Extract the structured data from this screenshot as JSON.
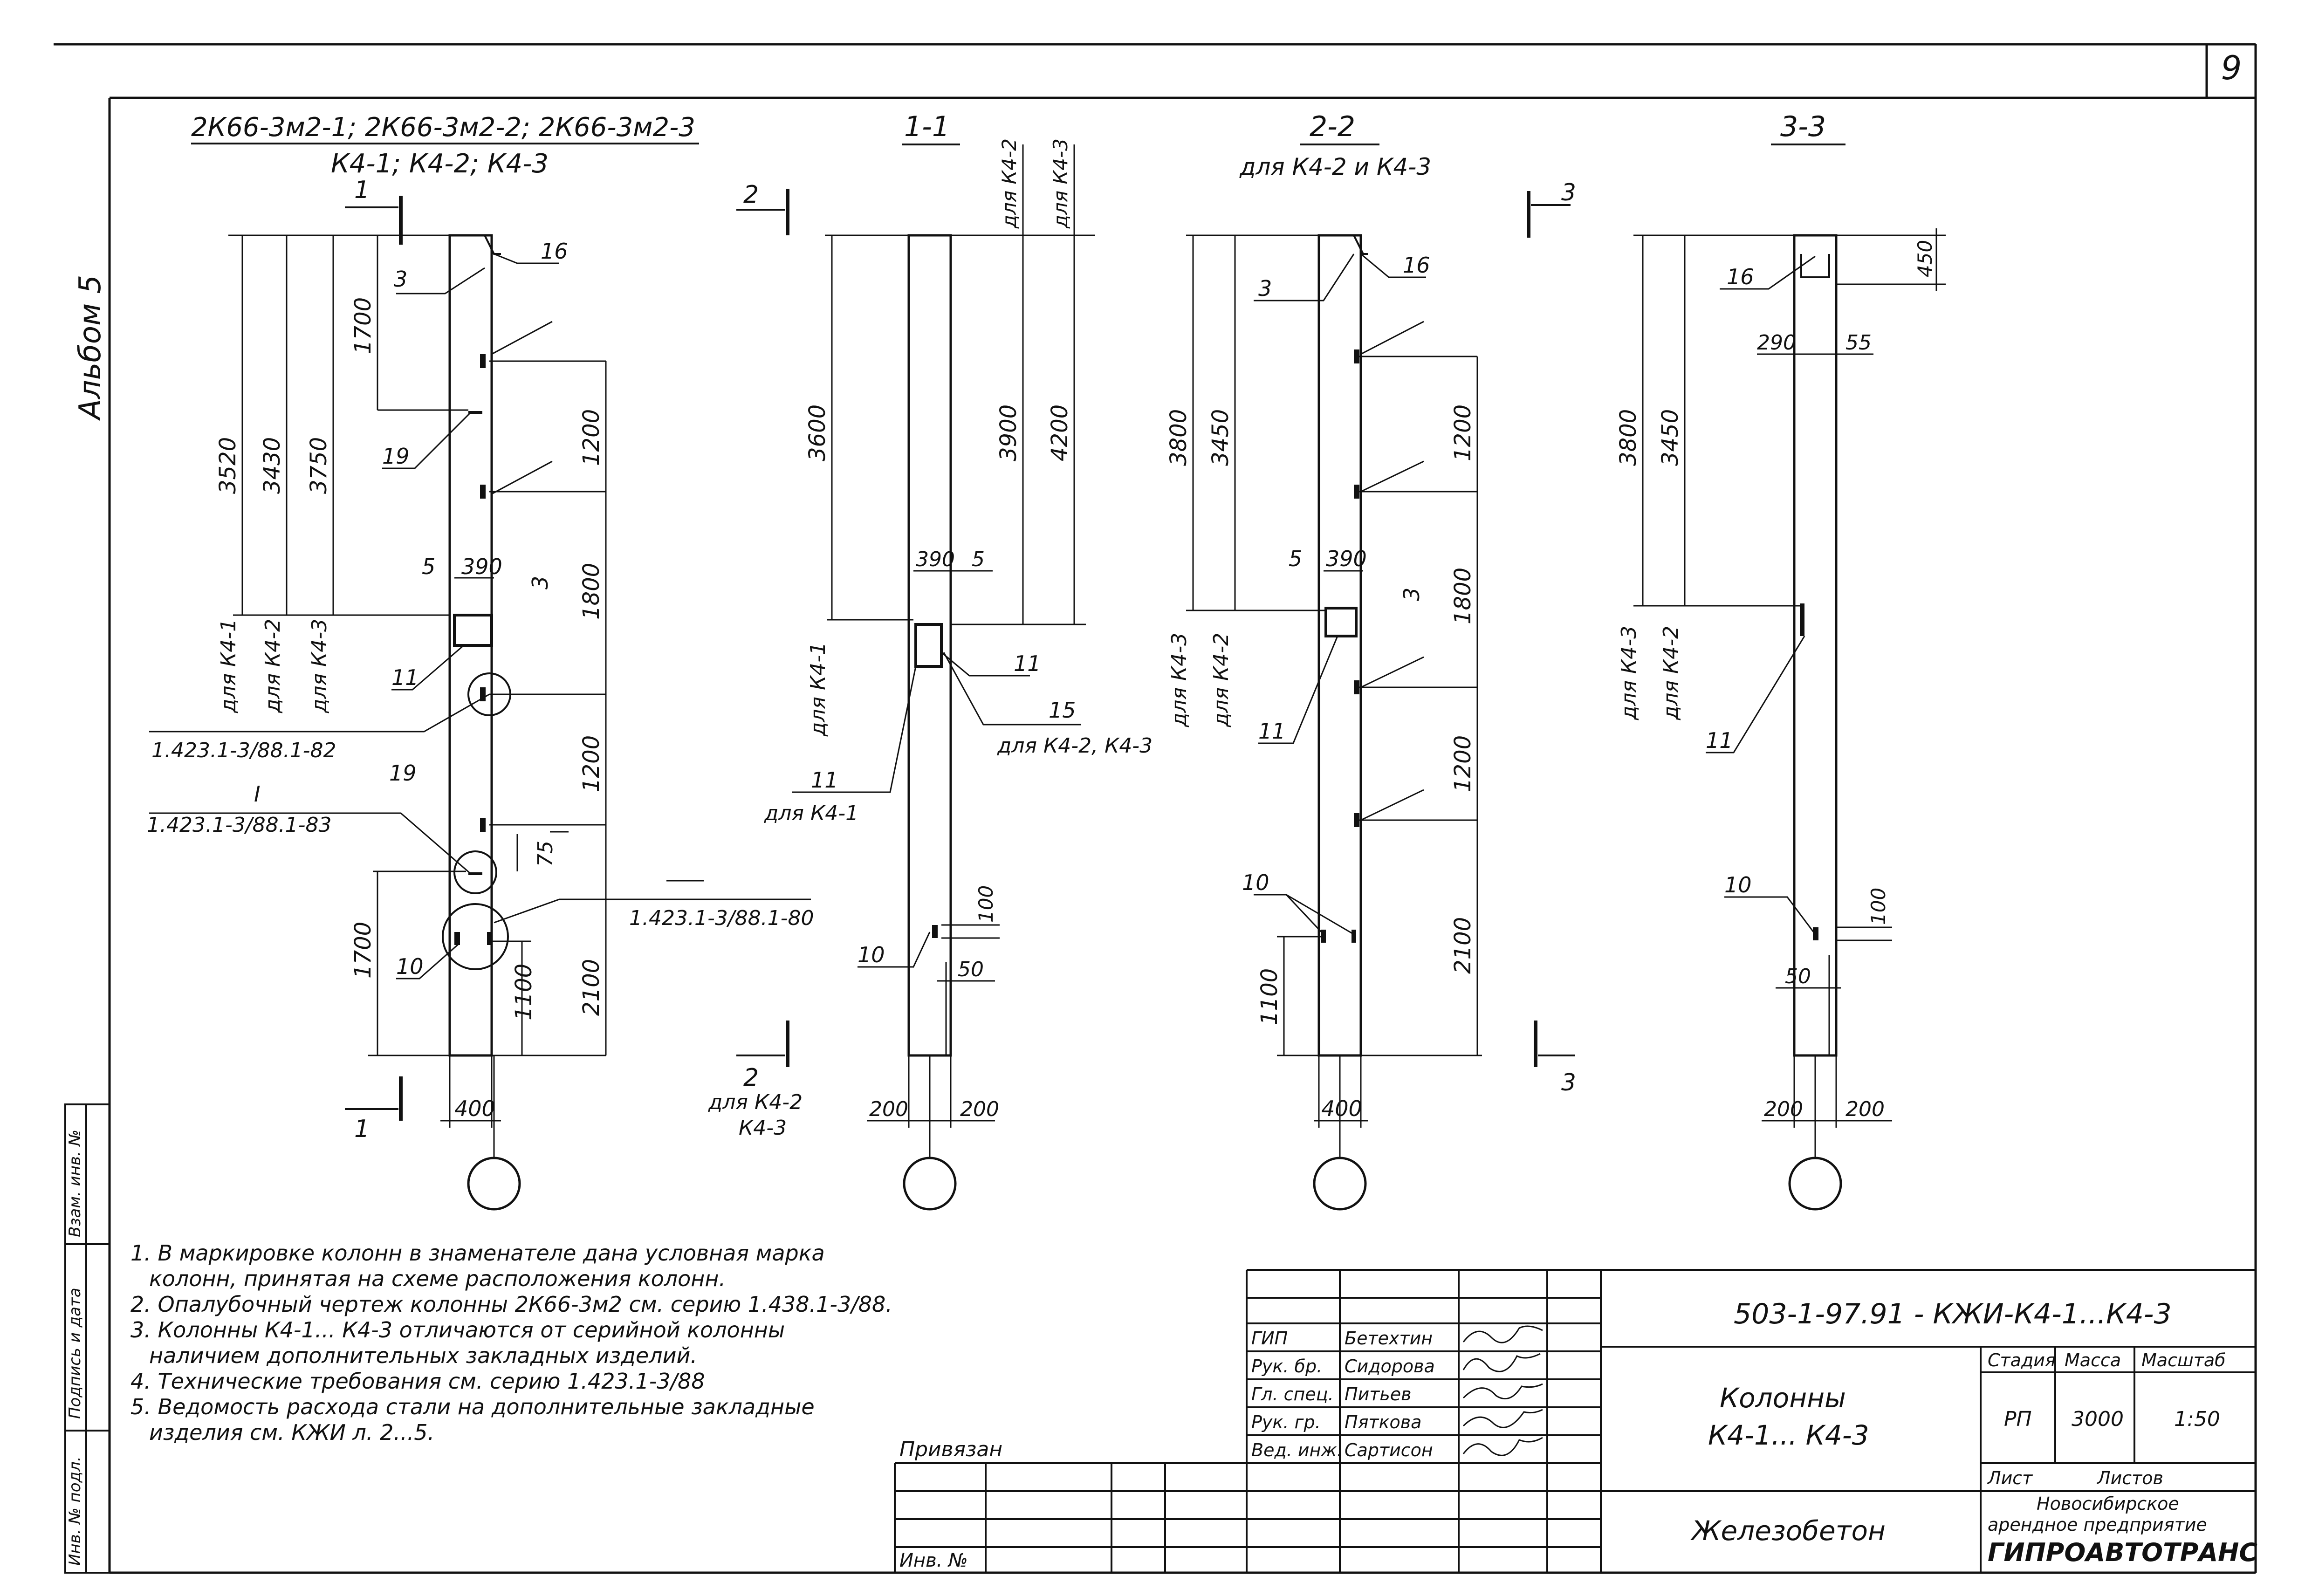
{
  "sheet": {
    "number": "9",
    "album_label": "Альбом 5"
  },
  "views": {
    "main": {
      "title_line1": "2К66-3м2-1; 2К66-3м2-2; 2К66-3м2-3",
      "title_line2": "К4-1; К4-2; К4-3",
      "cut_marks": [
        "1",
        "1"
      ],
      "dims_vertical": [
        "3520",
        "3430",
        "3750",
        "1700",
        "1200",
        "1800",
        "1200",
        "2100",
        "1700",
        "1100",
        "75"
      ],
      "for_labels": [
        "для К4-1",
        "для К4-2",
        "для К4-3"
      ],
      "dims_horizontal": [
        "390",
        "400"
      ],
      "callouts": [
        "16",
        "3",
        "19",
        "5",
        "3",
        "11",
        "19",
        "10"
      ],
      "refs": [
        "1.423.1-3/88.1-82",
        "1.423.1-3/88.1-83",
        "1.423.1-3/88.1-80"
      ],
      "node_label": "I"
    },
    "section_1_1": {
      "title": "1-1",
      "cut_marks": [
        "2",
        "2"
      ],
      "cut_note_line1": "для К4-2",
      "cut_note_line2": "К4-3",
      "dims_vertical": [
        "3600",
        "3900",
        "4200",
        "100"
      ],
      "top_labels": [
        "для К4-2",
        "для К4-3"
      ],
      "for_label": "для К4-1",
      "dims_horizontal": [
        "390",
        "5",
        "50",
        "200",
        "200"
      ],
      "callouts": [
        "11",
        "15",
        "11",
        "10"
      ],
      "callout_notes": [
        "для К4-2, К4-3",
        "для К4-1"
      ]
    },
    "section_2_2": {
      "title": "2-2",
      "subtitle": "для К4-2 и К4-3",
      "cut_marks": [
        "3",
        "3"
      ],
      "dims_vertical": [
        "3800",
        "3450",
        "1200",
        "1800",
        "1200",
        "2100",
        "1100"
      ],
      "for_labels": [
        "для К4-3",
        "для К4-2"
      ],
      "dims_horizontal": [
        "390",
        "400"
      ],
      "callouts": [
        "3",
        "16",
        "5",
        "3",
        "11",
        "10"
      ]
    },
    "section_3_3": {
      "title": "3-3",
      "dims_vertical": [
        "450",
        "3800",
        "3450",
        "100"
      ],
      "for_labels": [
        "для К4-3",
        "для К4-2"
      ],
      "dims_horizontal": [
        "290",
        "55",
        "50",
        "200",
        "200"
      ],
      "callouts": [
        "16",
        "11",
        "10"
      ]
    }
  },
  "notes": [
    "1. В маркировке колонн в знаменателе дана условная марка",
    "колонн, принятая на схеме расположения колонн.",
    "2. Опалубочный чертеж колонны 2К66-3м2 см. серию 1.438.1-3/88.",
    "3. Колонны К4-1... К4-3 отличаются от серийной колонны",
    "наличием дополнительных закладных изделий.",
    "4. Технические требования см. серию 1.423.1-3/88",
    "5. Ведомость расхода стали на дополнительные закладные",
    "изделия см. КЖИ л. 2...5."
  ],
  "side_stamp": [
    "Инв. № подл.",
    "Подпись и дата",
    "Взам. инв. №"
  ],
  "title_block": {
    "code": "503-1-97.91 - КЖИ-К4-1...К4-3",
    "bound_label": "Привязан",
    "inv_label": "Инв. №",
    "signatures": [
      {
        "role": "ГИП",
        "name": "Бетехтин"
      },
      {
        "role": "Рук. бр.",
        "name": "Сидорова"
      },
      {
        "role": "Гл. спец.",
        "name": "Питьев"
      },
      {
        "role": "Рук. гр.",
        "name": "Пяткова"
      },
      {
        "role": "Вед. инж.",
        "name": "Сартисон"
      }
    ],
    "name_line1": "Колонны",
    "name_line2": "К4-1... К4-3",
    "material": "Железобетон",
    "stage_label": "Стадия",
    "mass_label": "Масса",
    "scale_label": "Масштаб",
    "stage": "РП",
    "mass": "3000",
    "scale": "1:50",
    "sheet_label": "Лист",
    "sheets_label": "Листов",
    "org_line1": "Новосибирское",
    "org_line2": "арендное предприятие",
    "org_name": "ГИПРОАВТОТРАНС"
  }
}
